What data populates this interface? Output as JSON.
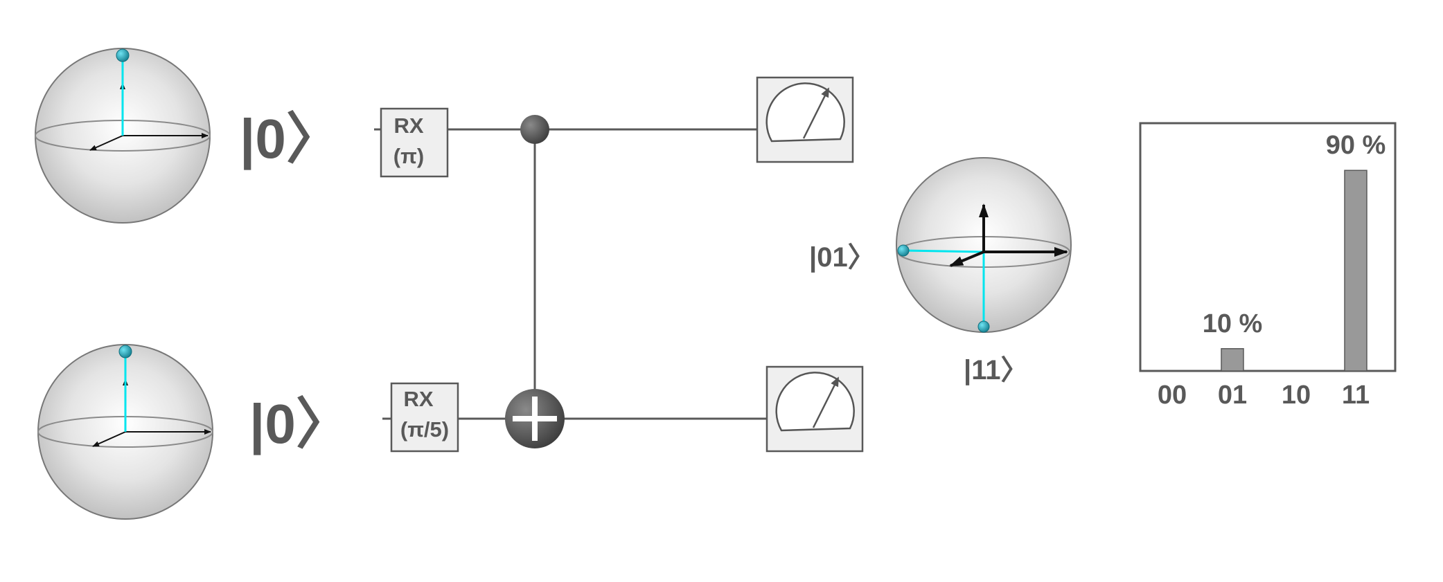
{
  "qubits": [
    {
      "input_label": "|0〉"
    },
    {
      "input_label": "|0〉"
    }
  ],
  "gates": {
    "rx_top": {
      "line1": "RX",
      "line2": "(π)"
    },
    "rx_bottom": {
      "line1": "RX",
      "line2": "(π/5)"
    },
    "cnot": {
      "control": "top",
      "target": "bottom"
    }
  },
  "output_sphere": {
    "label_left": "|01〉",
    "label_bottom": "|11〉"
  },
  "chart_data": {
    "type": "bar",
    "categories": [
      "00",
      "01",
      "10",
      "11"
    ],
    "values": [
      0,
      10,
      0,
      90
    ],
    "data_labels": [
      "",
      "10 %",
      "",
      "90 %"
    ],
    "ylim": [
      0,
      100
    ],
    "title": "",
    "xlabel": "",
    "ylabel": ""
  },
  "colors": {
    "wire": "#595959",
    "text": "#595959",
    "state_vector": "#00e5ee",
    "state_point": "#1ba4b8",
    "gate_fill": "#efefef",
    "bar_fill": "#999999",
    "control_dot": "#555555"
  }
}
